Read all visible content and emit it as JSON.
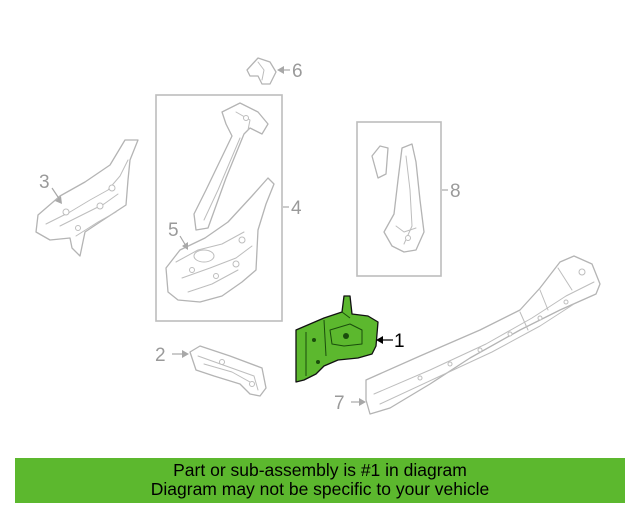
{
  "diagram": {
    "highlight_color": "#5cb82e",
    "banner_color": "#5cb82e",
    "callouts": [
      {
        "id": "1",
        "label": "1",
        "highlighted": true
      },
      {
        "id": "2",
        "label": "2",
        "highlighted": false
      },
      {
        "id": "3",
        "label": "3",
        "highlighted": false
      },
      {
        "id": "4",
        "label": "4",
        "highlighted": false
      },
      {
        "id": "5",
        "label": "5",
        "highlighted": false
      },
      {
        "id": "6",
        "label": "6",
        "highlighted": false
      },
      {
        "id": "7",
        "label": "7",
        "highlighted": false
      },
      {
        "id": "8",
        "label": "8",
        "highlighted": false
      }
    ]
  },
  "banner": {
    "line1": "Part or sub-assembly is #1 in diagram",
    "line2": "Diagram may not be specific to your vehicle"
  }
}
